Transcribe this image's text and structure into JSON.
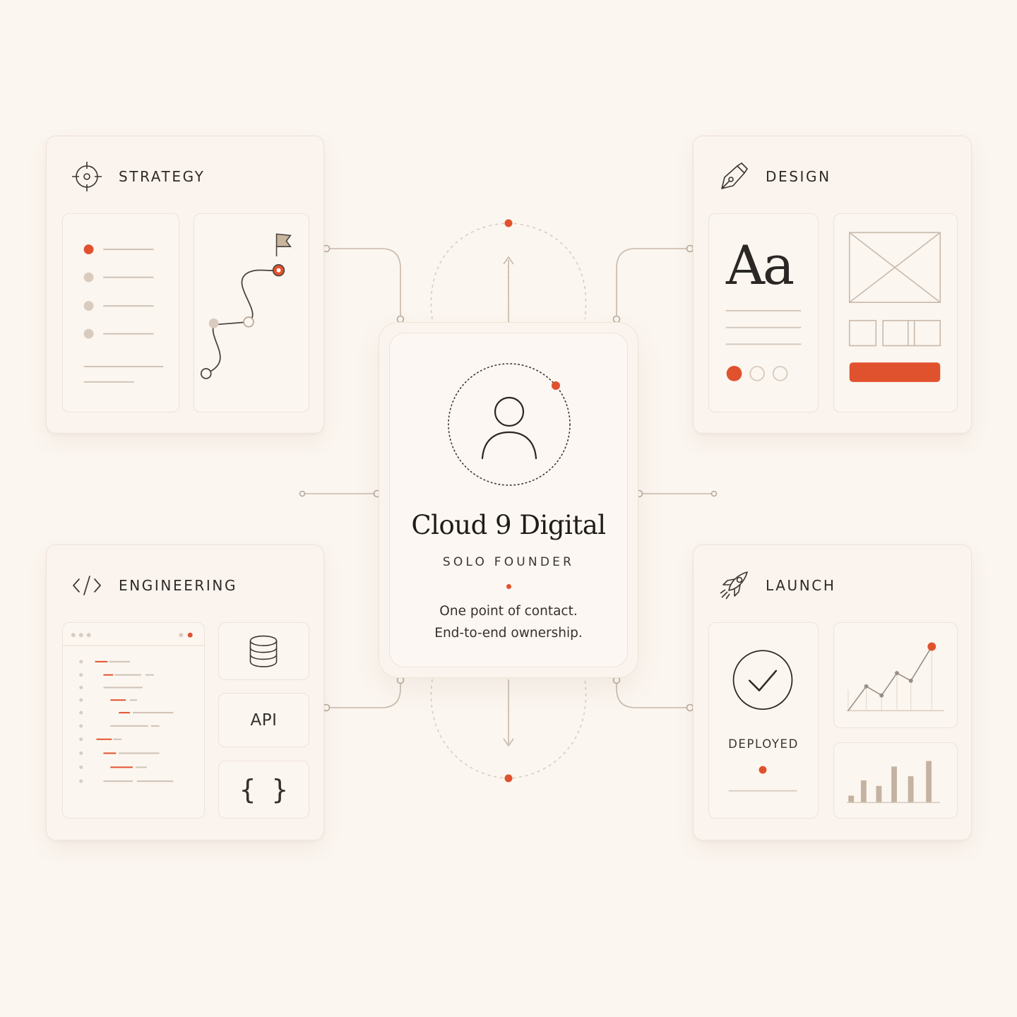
{
  "colors": {
    "background": "#fcf6f0",
    "accent": "#e0522e",
    "line": "#b7aa9c",
    "muted": "#d9ccbf",
    "ink": "#2a2623"
  },
  "brand": {
    "name": "Cloud 9 Digital",
    "role": "SOLO FOUNDER",
    "tagline_line1": "One point of contact.",
    "tagline_line2": "End-to-end ownership.",
    "avatar_icon": "person-icon"
  },
  "cards": {
    "strategy": {
      "label": "STRATEGY",
      "icon": "crosshair-icon"
    },
    "design": {
      "label": "DESIGN",
      "icon": "pen-nib-icon",
      "typeface_sample": "Aa"
    },
    "engineering": {
      "label": "ENGINEERING",
      "icon": "code-icon",
      "api_label": "API",
      "braces_label": "{ }"
    },
    "launch": {
      "label": "LAUNCH",
      "icon": "rocket-icon",
      "status": "DEPLOYED"
    }
  }
}
